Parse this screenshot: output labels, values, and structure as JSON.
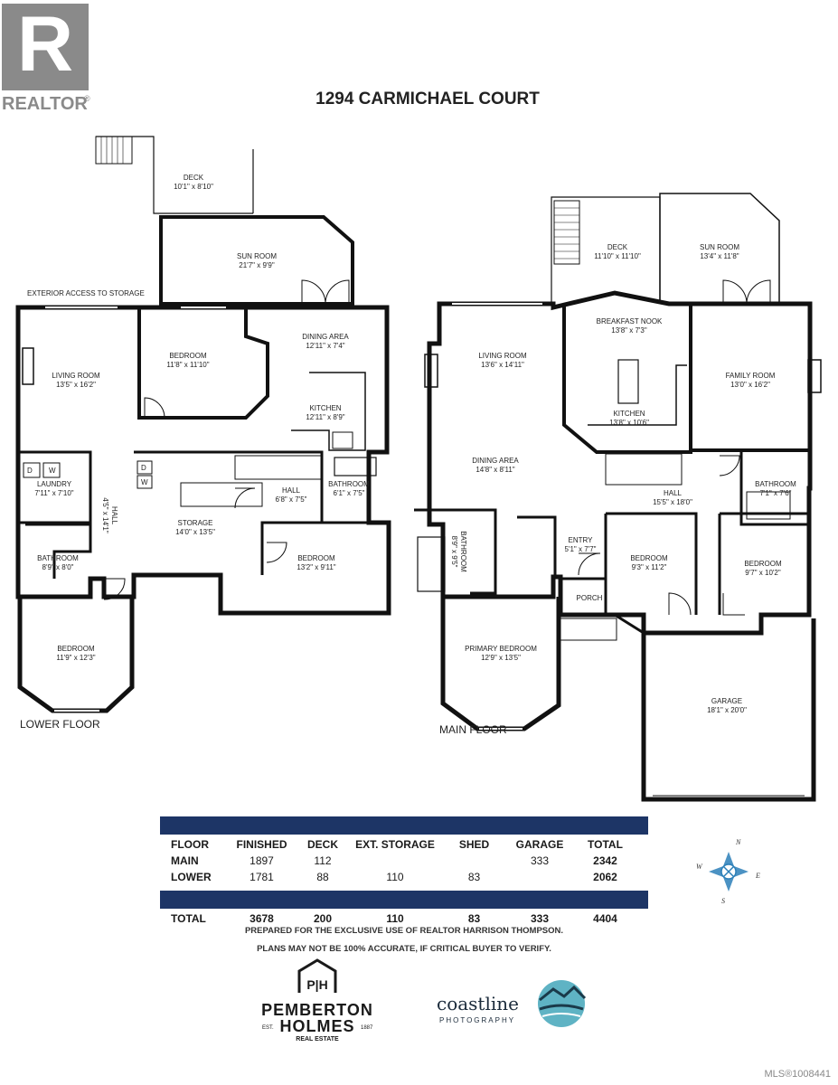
{
  "header": {
    "realtor_label": "REALTOR",
    "realtor_mark": "®",
    "title": "1294 CARMICHAEL COURT"
  },
  "lower_floor": {
    "label": "LOWER FLOOR",
    "exterior_note": "EXTERIOR ACCESS TO STORAGE",
    "rooms": [
      {
        "name": "DECK",
        "dims": "10'1\" x 8'10\""
      },
      {
        "name": "SUN ROOM",
        "dims": "21'7\" x 9'9\""
      },
      {
        "name": "BEDROOM",
        "dims": "11'8\" x 11'10\""
      },
      {
        "name": "DINING AREA",
        "dims": "12'11\" x 7'4\""
      },
      {
        "name": "LIVING ROOM",
        "dims": "13'5\" x 16'2\""
      },
      {
        "name": "KITCHEN",
        "dims": "12'11\" x 8'9\""
      },
      {
        "name": "LAUNDRY",
        "dims": "7'11\" x 7'10\""
      },
      {
        "name": "HALL",
        "dims": "6'8\" x 7'5\""
      },
      {
        "name": "BATHROOM",
        "dims": "6'1\" x 7'5\""
      },
      {
        "name": "STORAGE",
        "dims": "14'0\" x 13'5\""
      },
      {
        "name": "BATHROOM",
        "dims": "8'9\" x 8'0\""
      },
      {
        "name": "BEDROOM",
        "dims": "13'2\" x 9'11\""
      },
      {
        "name": "BEDROOM",
        "dims": "11'9\" x 12'3\""
      },
      {
        "name": "HALL",
        "dims": "4'5\" x 14'1\""
      }
    ],
    "appliance_w": "W",
    "appliance_d": "D"
  },
  "main_floor": {
    "label": "MAIN FLOOR",
    "rooms": [
      {
        "name": "DECK",
        "dims": "11'10\" x 11'10\""
      },
      {
        "name": "SUN ROOM",
        "dims": "13'4\" x 11'8\""
      },
      {
        "name": "BREAKFAST NOOK",
        "dims": "13'8\" x 7'3\""
      },
      {
        "name": "LIVING ROOM",
        "dims": "13'6\" x 14'11\""
      },
      {
        "name": "FAMILY ROOM",
        "dims": "13'0\" x 16'2\""
      },
      {
        "name": "KITCHEN",
        "dims": "13'8\" x 10'6\""
      },
      {
        "name": "DINING AREA",
        "dims": "14'8\" x 8'11\""
      },
      {
        "name": "HALL",
        "dims": "15'5\" x 18'0\""
      },
      {
        "name": "BATHROOM",
        "dims": "7'1\" x 7'6\""
      },
      {
        "name": "ENTRY",
        "dims": "5'1\" x 7'7\""
      },
      {
        "name": "BEDROOM",
        "dims": "9'3\" x 11'2\""
      },
      {
        "name": "BEDROOM",
        "dims": "9'7\" x 10'2\""
      },
      {
        "name": "PORCH",
        "dims": ""
      },
      {
        "name": "PRIMARY BEDROOM",
        "dims": "12'9\" x 13'5\""
      },
      {
        "name": "GARAGE",
        "dims": "18'1\" x 20'0\""
      },
      {
        "name": "BATHROOM",
        "dims": "8'9\" x 9'5\""
      }
    ]
  },
  "compass": {
    "n": "N",
    "e": "E",
    "s": "S",
    "w": "W"
  },
  "table": {
    "headers": [
      "FLOOR",
      "FINISHED",
      "DECK",
      "EXT. STORAGE",
      "SHED",
      "GARAGE",
      "TOTAL"
    ],
    "rows": [
      [
        "MAIN",
        "1897",
        "112",
        "",
        "",
        "333",
        "2342"
      ],
      [
        "LOWER",
        "1781",
        "88",
        "110",
        "83",
        "",
        "2062"
      ]
    ],
    "total_row": [
      "TOTAL",
      "3678",
      "200",
      "110",
      "83",
      "333",
      "4404"
    ]
  },
  "notes": {
    "line1": "PREPARED FOR THE EXCLUSIVE USE OF REALTOR HARRISON THOMPSON.",
    "line2": "PLANS MAY NOT BE 100% ACCURATE, IF CRITICAL BUYER TO VERIFY."
  },
  "logos": {
    "pemberton_line1": "PEMBERTON",
    "pemberton_line2": "HOLMES",
    "pemberton_sub": "REAL ESTATE",
    "pemberton_est": "EST.",
    "pemberton_year": "1887",
    "pemberton_mark": "P|H",
    "coastline": "coastline",
    "coastline_sub": "PHOTOGRAPHY"
  },
  "footer": {
    "mls": "MLS®1008441"
  },
  "colors": {
    "navy": "#1d3566",
    "wall": "#111111",
    "realtor_grey": "#8a8a8a",
    "coast_teal": "#3a8fa0"
  }
}
